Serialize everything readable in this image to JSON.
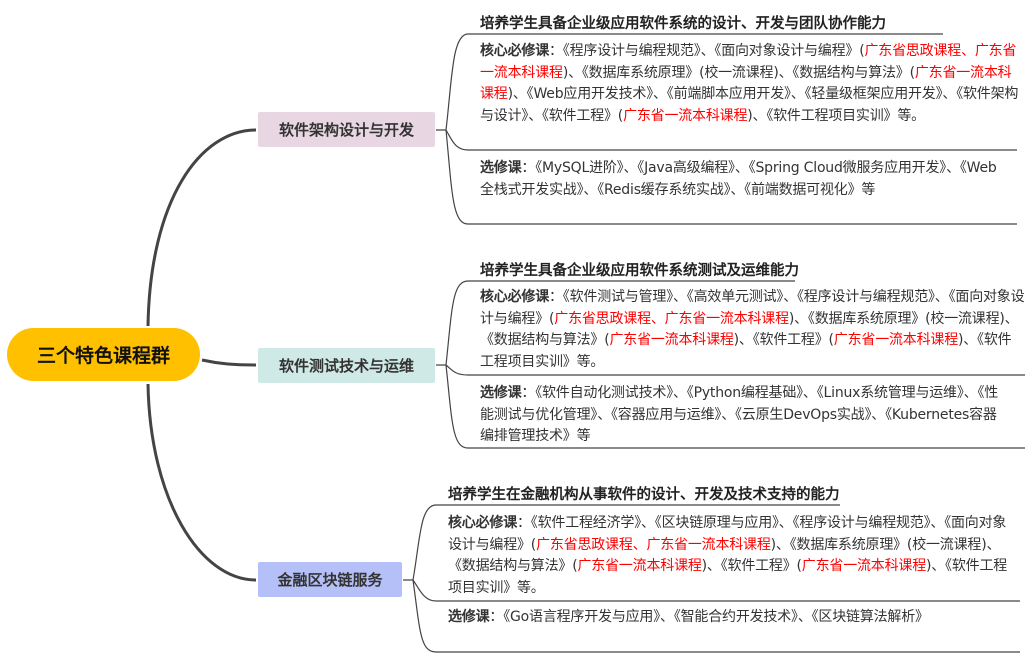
{
  "root": {
    "label": "三个特色课程群",
    "color": "#FFC000"
  },
  "branches": [
    {
      "label": "软件架构设计与开发",
      "color": "#E8D7E3",
      "heading": "培养学生具备企业级应用软件系统的设计、开发与团队协作能力",
      "core": {
        "label": "核心必修课",
        "segments": [
          {
            "t": "：《程序设计与编程规范》、《面向对象设计与编程》(",
            "red": false
          },
          {
            "t": "广东省思政课程、广东省一流本科课程",
            "red": true
          },
          {
            "t": ")、《数据库系统原理》(校一流课程)、《数据结构与算法》(",
            "red": false
          },
          {
            "t": "广东省一流本科课程",
            "red": true
          },
          {
            "t": ")、《Web应用开发技术》、《前端脚本应用开发》、《轻量级框架应用开发》、《软件架构与设计》、《软件工程》(",
            "red": false
          },
          {
            "t": "广东省一流本科课程",
            "red": true
          },
          {
            "t": ")、《软件工程项目实训》等。",
            "red": false
          }
        ]
      },
      "elective": {
        "label": "选修课",
        "segments": [
          {
            "t": "：《MySQL进阶》、《Java高级编程》、《Spring Cloud微服务应用开发》、《Web全栈式开发实战》、《Redis缓存系统实战》、《前端数据可视化》等",
            "red": false
          }
        ]
      }
    },
    {
      "label": "软件测试技术与运维",
      "color": "#CFE9E6",
      "heading": "培养学生具备企业级应用软件系统测试及运维能力",
      "core": {
        "label": "核心必修课",
        "segments": [
          {
            "t": "：《软件测试与管理》、《高效单元测试》、《程序设计与编程规范》、《面向对象设计与编程》(",
            "red": false
          },
          {
            "t": "广东省思政课程、广东省一流本科课程",
            "red": true
          },
          {
            "t": ")、《数据库系统原理》(校一流课程)、《数据结构与算法》(",
            "red": false
          },
          {
            "t": "广东省一流本科课程",
            "red": true
          },
          {
            "t": ")、《软件工程》(",
            "red": false
          },
          {
            "t": "广东省一流本科课程",
            "red": true
          },
          {
            "t": ")、《软件工程项目实训》等。",
            "red": false
          }
        ]
      },
      "elective": {
        "label": "选修课",
        "segments": [
          {
            "t": "：《软件自动化测试技术》、《Python编程基础》、《Linux系统管理与运维》、《性能测试与优化管理》、《容器应用与运维》、《云原生DevOps实战》、《Kubernetes容器编排管理技术》等",
            "red": false
          }
        ]
      }
    },
    {
      "label": "金融区块链服务",
      "color": "#B5C0F8",
      "heading": "培养学生在金融机构从事软件的设计、开发及技术支持的能力",
      "core": {
        "label": "核心必修课",
        "segments": [
          {
            "t": "：《软件工程经济学》、《区块链原理与应用》、《程序设计与编程规范》、《面向对象设计与编程》(",
            "red": false
          },
          {
            "t": "广东省思政课程、广东省一流本科课程",
            "red": true
          },
          {
            "t": ")、《数据库系统原理》(校一流课程)、《数据结构与算法》(",
            "red": false
          },
          {
            "t": "广东省一流本科课程",
            "red": true
          },
          {
            "t": ")、《软件工程》(",
            "red": false
          },
          {
            "t": "广东省一流本科课程",
            "red": true
          },
          {
            "t": ")、《软件工程项目实训》等。",
            "red": false
          }
        ]
      },
      "elective": {
        "label": "选修课",
        "segments": [
          {
            "t": "：《Go语言程序开发与应用》、《智能合约开发技术》、《区块链算法解析》",
            "red": false
          }
        ]
      }
    }
  ]
}
